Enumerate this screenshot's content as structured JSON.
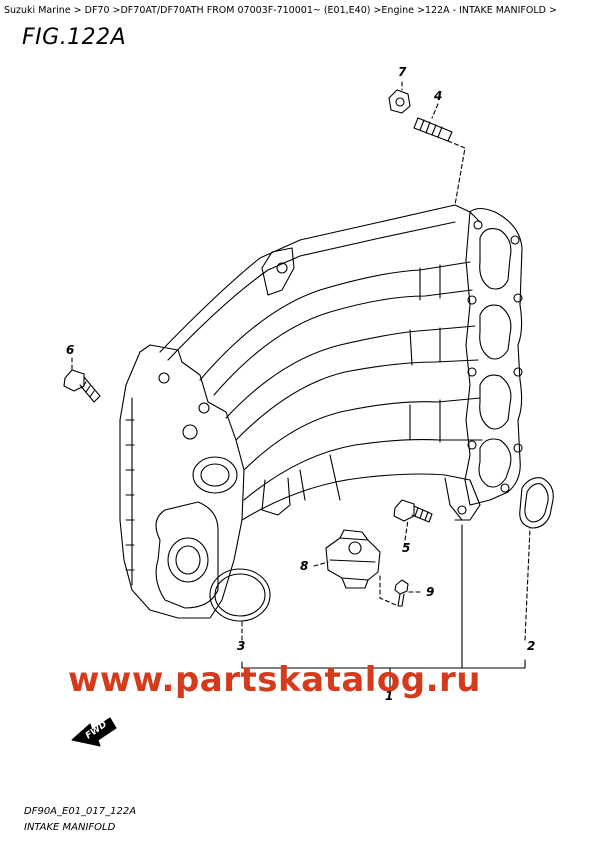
{
  "header": {
    "breadcrumb": "Suzuki Marine > DF70 >DF70AT/DF70ATH FROM 07003F-710001~ (E01,E40) >Engine >122A - INTAKE MANIFOLD >",
    "figure_title": "FIG.122A"
  },
  "callouts": [
    {
      "id": "1",
      "label": "1"
    },
    {
      "id": "2",
      "label": "2"
    },
    {
      "id": "3",
      "label": "3"
    },
    {
      "id": "4",
      "label": "4"
    },
    {
      "id": "5",
      "label": "5"
    },
    {
      "id": "6",
      "label": "6"
    },
    {
      "id": "7",
      "label": "7"
    },
    {
      "id": "8",
      "label": "8"
    },
    {
      "id": "9",
      "label": "9"
    }
  ],
  "watermark": "www.partskatalog.ru",
  "fwd_label": "FWD",
  "footer": {
    "code": "DF90A_E01_017_122A",
    "name": "INTAKE MANIFOLD"
  },
  "colors": {
    "watermark": "#d53a1c",
    "line": "#000000"
  }
}
